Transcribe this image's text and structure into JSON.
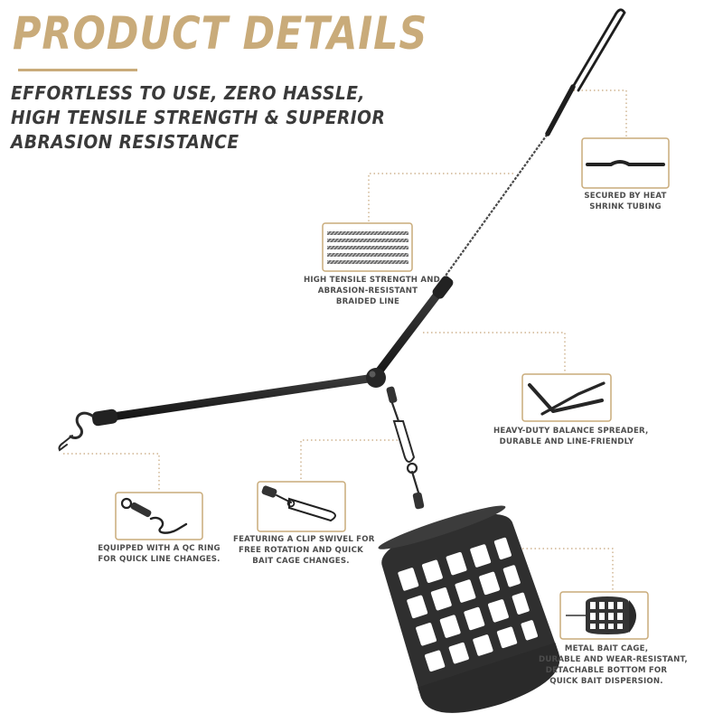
{
  "page": {
    "title": "PRODUCT DETAILS",
    "subtitle_lines": [
      "EFFORTLESS TO USE, ZERO HASSLE,",
      "HIGH TENSILE STRENGTH & SUPERIOR",
      "ABRASION RESISTANCE"
    ]
  },
  "colors": {
    "title": "#c9ab7a",
    "accent": "#c9ab7a",
    "callout_line": "#c5a57a",
    "text": "#3a3a3a",
    "product_dark": "#2b2b2b",
    "background": "#ffffff"
  },
  "icons": [
    "heat-shrink-tube-icon",
    "braided-line-icon",
    "spreader-arm-icon",
    "qc-ring-snap-icon",
    "clip-swivel-icon",
    "bait-cage-icon"
  ],
  "callouts": {
    "heat_shrink": [
      "SECURED BY HEAT",
      "SHRINK TUBING"
    ],
    "braided_line": [
      "HIGH TENSILE STRENGTH AND",
      "ABRASION-RESISTANT",
      "BRAIDED LINE"
    ],
    "spreader": [
      "HEAVY-DUTY BALANCE SPREADER,",
      "DURABLE AND LINE-FRIENDLY"
    ],
    "qc_ring": [
      "EQUIPPED WITH A QC RING",
      "FOR QUICK LINE CHANGES."
    ],
    "clip_swivel": [
      "FEATURING A CLIP SWIVEL FOR",
      "FREE ROTATION AND QUICK",
      "BAIT CAGE CHANGES."
    ],
    "bait_cage": [
      "METAL BAIT CAGE,",
      "DURABLE AND WEAR-RESISTANT,",
      "DETACHABLE BOTTOM FOR",
      "QUICK BAIT DISPERSION."
    ]
  }
}
